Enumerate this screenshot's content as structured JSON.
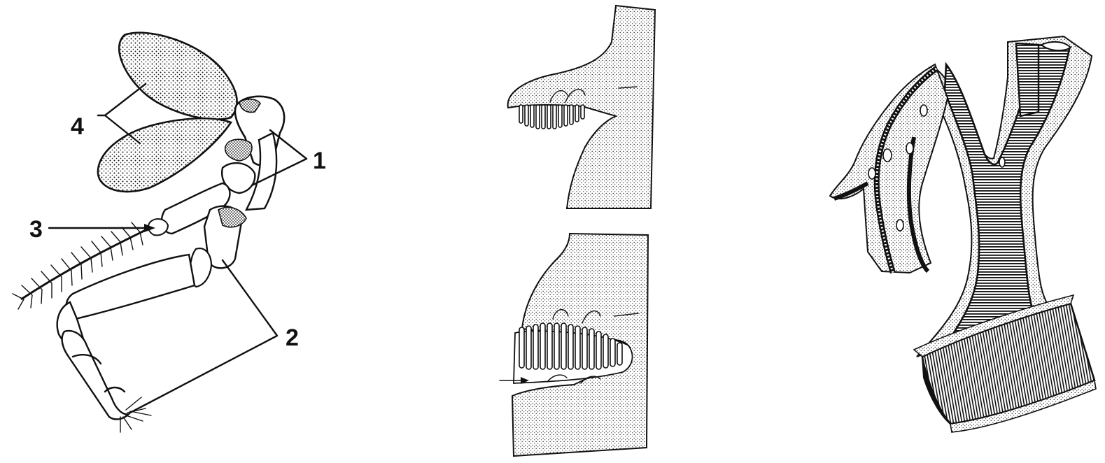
{
  "figure": {
    "labels": {
      "one": "1",
      "two": "2",
      "three": "3",
      "four": "4"
    }
  },
  "colors": {
    "ink": "#111111",
    "paper": "#ffffff"
  }
}
